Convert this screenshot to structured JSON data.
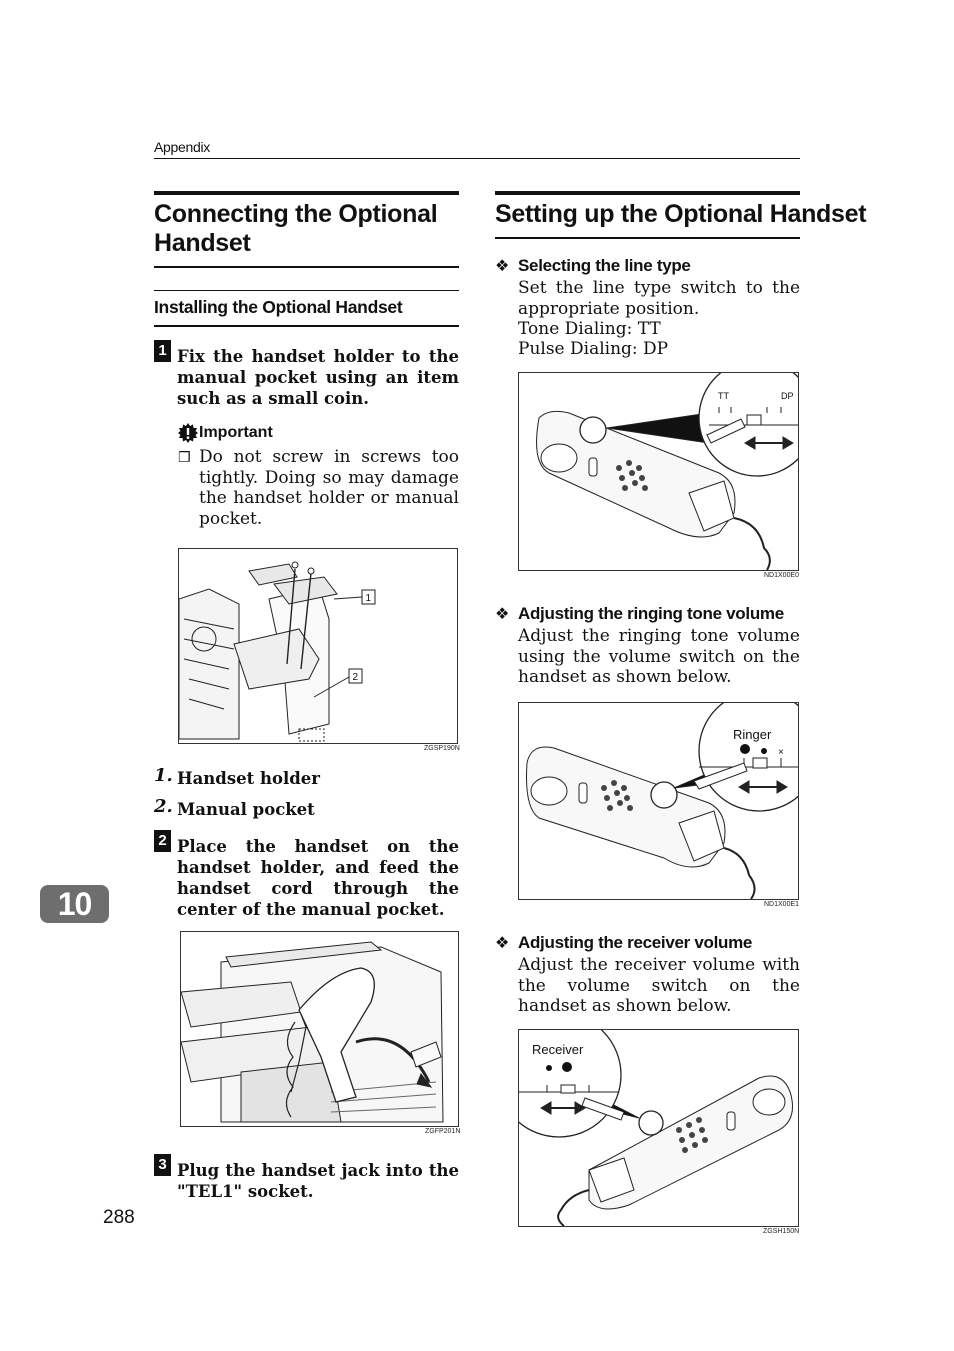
{
  "header": {
    "section": "Appendix"
  },
  "left": {
    "title": "Connecting the Optional Handset",
    "subtitle": "Installing the Optional Handset",
    "step1": {
      "number": "1",
      "text": "Fix the handset holder to the manual pocket using an item such as a small coin."
    },
    "important": {
      "label": "Important",
      "items": [
        "Do not screw in screws too tightly. Doing so may damage the handset holder or manual pocket."
      ]
    },
    "figure1": {
      "callouts": [
        "1",
        "2"
      ],
      "code": "ZGSP190N"
    },
    "legend": [
      {
        "num": "1.",
        "label": "Handset holder"
      },
      {
        "num": "2.",
        "label": "Manual pocket"
      }
    ],
    "step2": {
      "number": "2",
      "text": "Place the handset on the handset holder, and feed the handset cord through the center of the manual pocket."
    },
    "figure2": {
      "code": "ZGFP201N"
    },
    "step3": {
      "number": "3",
      "text": "Plug the handset jack into the \"TEL1\" socket."
    }
  },
  "right": {
    "title": "Setting up the Optional Handset",
    "sections": [
      {
        "heading": "Selecting the line type",
        "lines": [
          "Set the line type switch to the appropriate position.",
          "Tone Dialing: TT",
          "Pulse Dialing: DP"
        ],
        "figure": {
          "labels": [
            "TT",
            "DP"
          ],
          "code": "ND1X00E0"
        }
      },
      {
        "heading": "Adjusting the ringing tone volume",
        "lines": [
          "Adjust the ringing tone volume using the volume switch on the handset as shown below."
        ],
        "figure": {
          "label": "Ringer",
          "mark": "×",
          "code": "ND1X00E1"
        }
      },
      {
        "heading": "Adjusting the receiver volume",
        "lines": [
          "Adjust the receiver volume with the volume switch on the handset as shown below."
        ],
        "figure": {
          "label": "Receiver",
          "code": "ZGSH150N"
        }
      }
    ]
  },
  "chapter_tab": "10",
  "page_number": "288"
}
